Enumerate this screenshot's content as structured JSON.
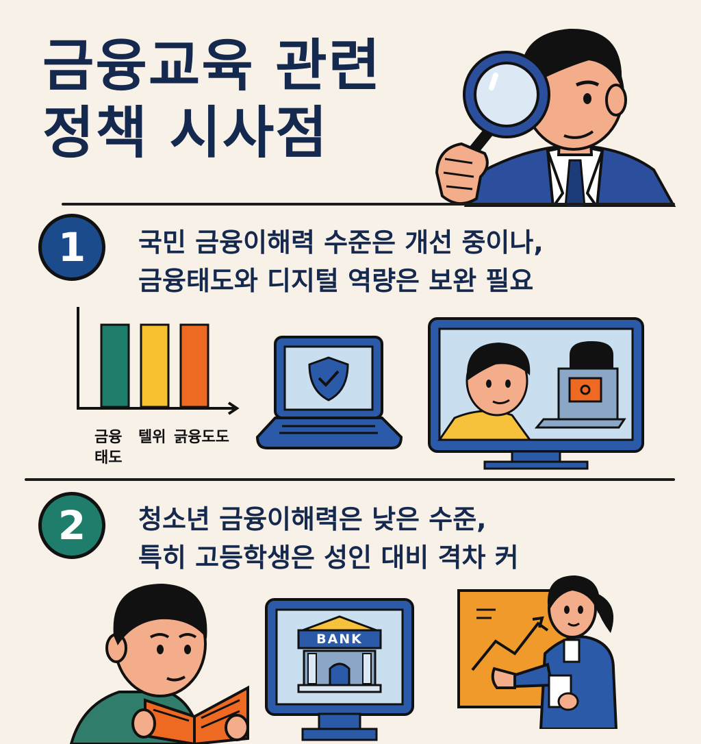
{
  "title": {
    "line1": "금융교육 관련",
    "line2": "정책 시사점"
  },
  "sections": [
    {
      "number": "1",
      "line1": "국민 금융이해력 수준은 개선 중이나,",
      "line2": "금융태도와 디지털 역량은 보완 필요"
    },
    {
      "number": "2",
      "line1": "청소년 금융이해력은 낮은 수준,",
      "line2": "특히 고등학생은 성인 대비 격차 커"
    }
  ],
  "bar_chart": {
    "labels": [
      "금융",
      "텔위",
      "긁융도도"
    ],
    "label_second_line": "태도",
    "bar_colors": [
      "#1e7d6b",
      "#f7c02e",
      "#ee6a22"
    ]
  },
  "bank_sign": "BANK",
  "colors": {
    "navy": "#15284d",
    "badge1": "#1c4b8c",
    "badge2": "#1e7d6b",
    "background": "#f7f1e8",
    "screen": "#c9dff0",
    "orange": "#ef9a2b"
  },
  "icons": [
    "magnifier-icon",
    "shield-check-icon",
    "bank-icon",
    "rising-chart-icon"
  ]
}
